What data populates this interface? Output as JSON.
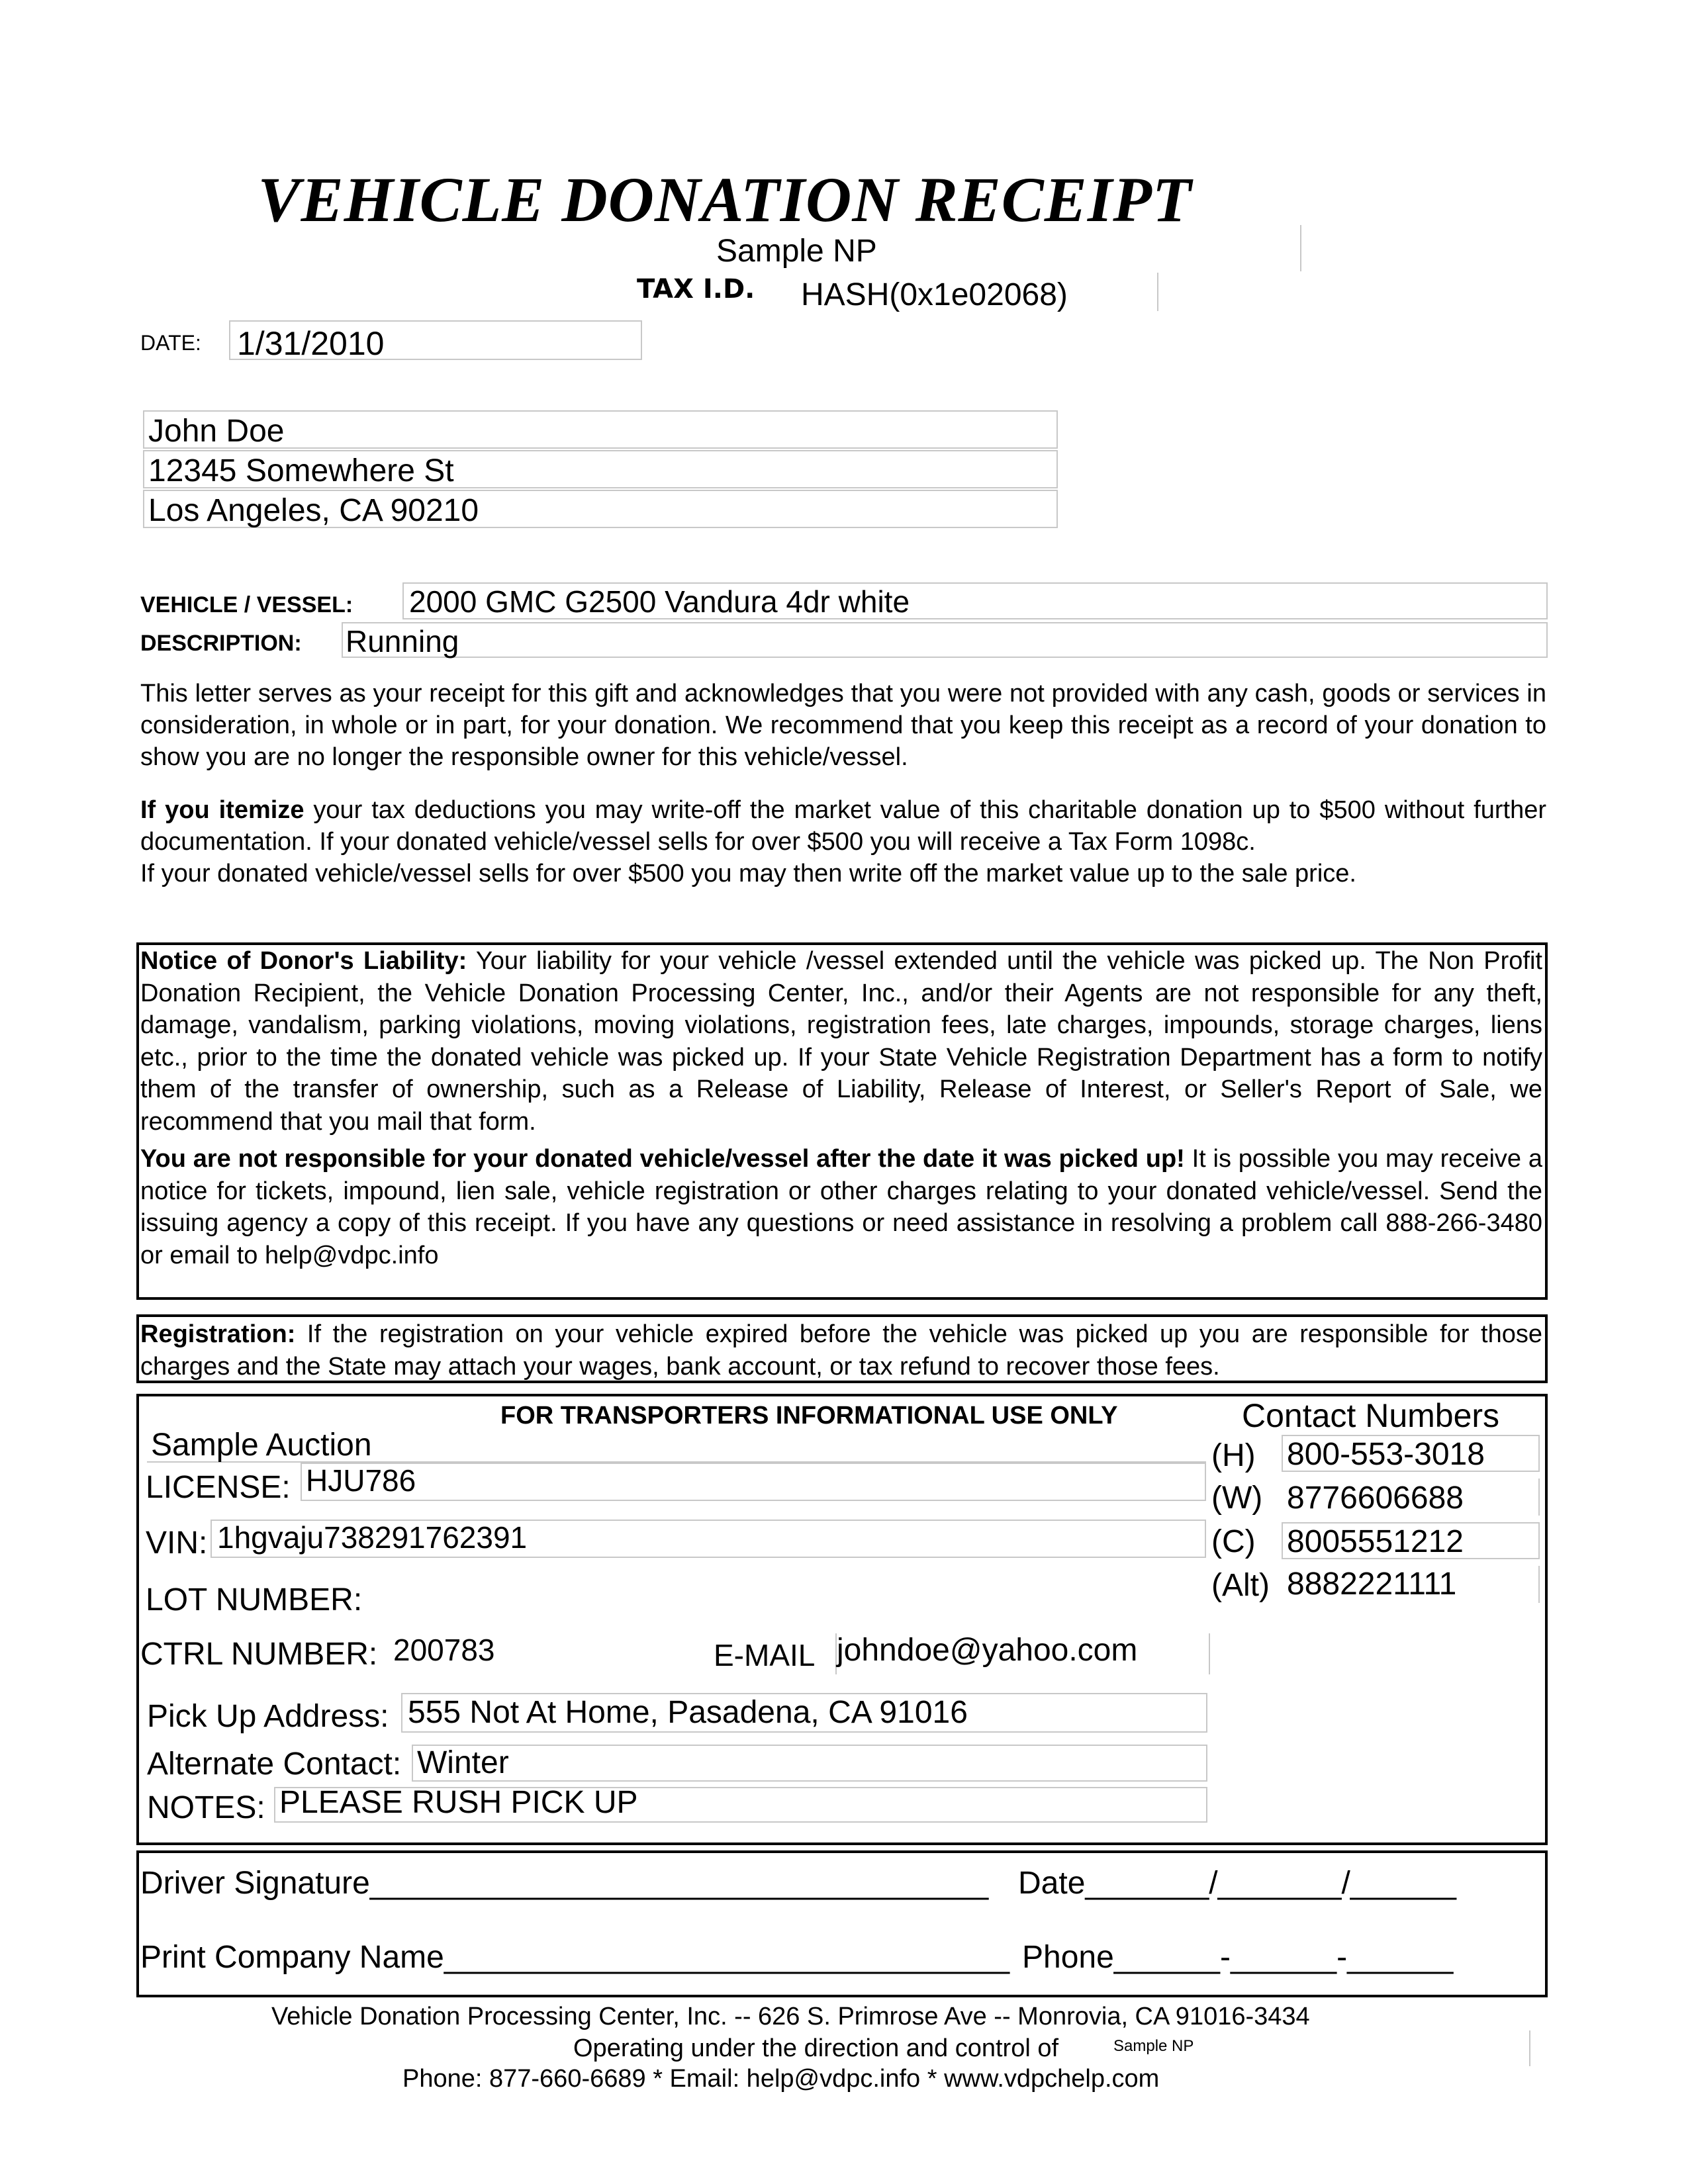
{
  "title": "VEHICLE DONATION RECEIPT",
  "org_name": "Sample NP",
  "tax_id": {
    "label": "TAX I.D.",
    "value": "HASH(0x1e02068)"
  },
  "date": {
    "label": "DATE:",
    "value": "1/31/2010"
  },
  "donor": {
    "name": "John Doe",
    "street": "12345 Somewhere St",
    "city": "Los Angeles, CA 90210"
  },
  "vehicle": {
    "vessel_label": "VEHICLE / VESSEL:",
    "vessel_value": "2000 GMC G2500 Vandura 4dr white",
    "description_label": "DESCRIPTION:",
    "description_value": "Running"
  },
  "receipt_text": {
    "p1": "This letter serves as your receipt for this gift and acknowledges that you were not provided with any cash, goods or services in consideration, in whole or in part, for your donation.  We recommend that you keep this receipt as a record of your donation to show you are no longer the responsible owner for this vehicle/vessel.",
    "p2_bold": "If you itemize",
    "p2_rest": " your tax deductions you may write-off the market value of this charitable donation up to $500 without further documentation.  If your donated vehicle/vessel sells for over $500 you will receive a Tax Form 1098c.",
    "p2_line3": "If your donated vehicle/vessel sells for over $500 you may then write off the market value up to the sale price."
  },
  "liability": {
    "heading": "Notice of Donor's Liability:",
    "text": "  Your liability for your vehicle /vessel extended until the vehicle was picked up.  The Non Profit Donation Recipient, the Vehicle Donation Processing Center, Inc., and/or their Agents are not responsible for any theft, damage, vandalism, parking violations, moving violations, registration fees, late charges, impounds, storage charges, liens etc., prior to the time the donated vehicle was picked up.   If your State Vehicle Registration Department has a form to notify them of the transfer of ownership, such as a Release of Liability, Release of Interest, or Seller's Report of Sale, we recommend that you mail that form.",
    "bold2": "You are not responsible for your donated vehicle/vessel after the date it was picked up!",
    "text2": "  It is possible you may receive a notice for tickets, impound, lien sale, vehicle registration or other charges relating to your donated vehicle/vessel.  Send the issuing agency a copy of this receipt.  If you have any questions or need assistance in resolving a problem call 888-266-3480 or email to help@vdpc.info"
  },
  "registration": {
    "heading": "Registration:",
    "text": " If the registration on your vehicle expired before the vehicle was picked up you are responsible for those charges and the State may attach your wages, bank account, or tax refund to recover those fees."
  },
  "transporter": {
    "heading": "FOR TRANSPORTERS INFORMATIONAL USE ONLY",
    "auction": "Sample Auction",
    "license_label": "LICENSE:",
    "license_value": "HJU786",
    "vin_label": "VIN:",
    "vin_value": "1hgvaju738291762391",
    "lot_label": "LOT NUMBER:",
    "ctrl_label": "CTRL NUMBER:",
    "ctrl_value": "200783",
    "email_label": "E-MAIL",
    "email_value": "johndoe@yahoo.com",
    "pickup_label": "Pick Up Address:",
    "pickup_value": "555 Not At Home, Pasadena, CA 91016",
    "alt_contact_label": "Alternate Contact:",
    "alt_contact_value": "Winter",
    "notes_label": "NOTES:",
    "notes_value": "PLEASE RUSH PICK UP"
  },
  "contacts": {
    "heading": "Contact Numbers",
    "h_label": "(H)",
    "h_value": "800-553-3018",
    "w_label": "(W)",
    "w_value": "8776606688",
    "c_label": "(C)",
    "c_value": "8005551212",
    "alt_label": "(Alt)",
    "alt_value": "8882221111"
  },
  "signature": {
    "driver": "Driver Signature___________________________________",
    "date": "Date_______/_______/______",
    "company": "Print Company Name________________________________",
    "phone": "Phone______-______-______"
  },
  "footer": {
    "line1": "Vehicle Donation Processing Center, Inc. -- 626 S. Primrose Ave -- Monrovia, CA 91016-3434",
    "line2": "Operating under the direction and control of",
    "org": "Sample NP",
    "line3": "Phone:  877-660-6689  *  Email:  help@vdpc.info  *  www.vdpchelp.com"
  }
}
